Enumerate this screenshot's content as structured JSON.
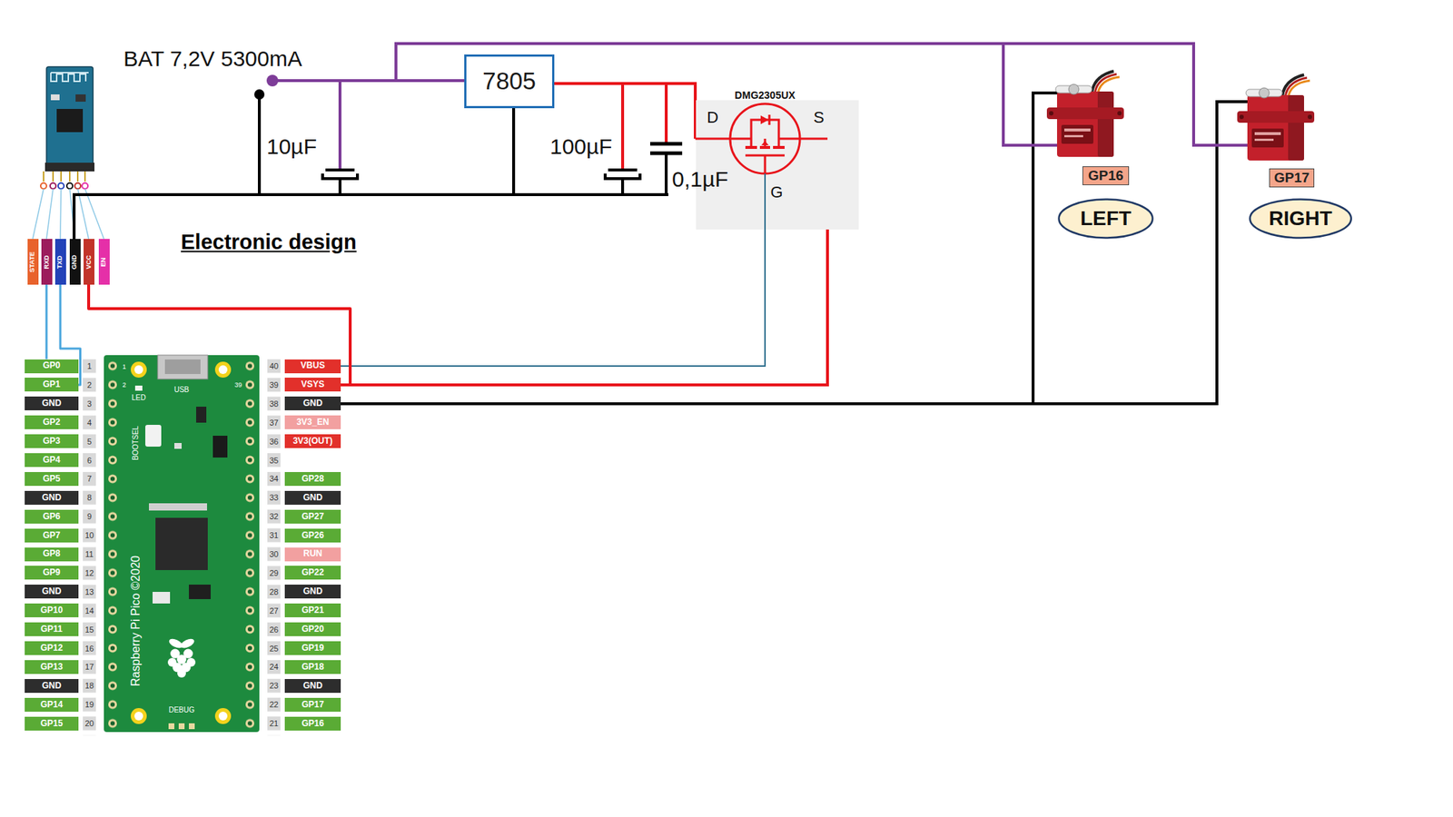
{
  "diagram": {
    "title": "Electronic design",
    "nodes": [
      {
        "text": [
          "7805"
        ]
      },
      {
        "text": [
          "GP16"
        ]
      },
      {
        "text": [
          "GP17"
        ]
      },
      {
        "text": [
          "LEFT"
        ]
      },
      {
        "text": [
          "RIGHT"
        ]
      },
      {
        "text": [
          "STATE"
        ]
      },
      {
        "text": [
          "RXD"
        ]
      },
      {
        "text": [
          "TXD"
        ]
      },
      {
        "text": [
          "GND"
        ]
      },
      {
        "text": [
          "VCC"
        ]
      },
      {
        "text": [
          "EN"
        ]
      },
      {
        "text": [
          "GP0"
        ]
      },
      {
        "text": [
          "VBUS"
        ]
      },
      {
        "text": [
          "GP1"
        ]
      },
      {
        "text": [
          "VSYS"
        ]
      },
      {
        "text": [
          "GND"
        ]
      },
      {
        "text": [
          "GND"
        ]
      },
      {
        "text": [
          "GP2"
        ]
      },
      {
        "text": [
          "3V3_EN"
        ]
      },
      {
        "text": [
          "GP3"
        ]
      },
      {
        "text": [
          "3V3(OUT)"
        ]
      },
      {
        "text": [
          "GP4"
        ]
      },
      {
        "text": [
          "GP5"
        ]
      },
      {
        "text": [
          "GP28"
        ]
      },
      {
        "text": [
          "GND"
        ]
      },
      {
        "text": [
          "GND"
        ]
      },
      {
        "text": [
          "GP6"
        ]
      },
      {
        "text": [
          "GP27"
        ]
      },
      {
        "text": [
          "GP7"
        ]
      },
      {
        "text": [
          "GP26"
        ]
      },
      {
        "text": [
          "GP8"
        ]
      },
      {
        "text": [
          "RUN"
        ]
      },
      {
        "text": [
          "GP9"
        ]
      },
      {
        "text": [
          "GP22"
        ]
      },
      {
        "text": [
          "GND"
        ]
      },
      {
        "text": [
          "GND"
        ]
      },
      {
        "text": [
          "GP10"
        ]
      },
      {
        "text": [
          "GP21"
        ]
      },
      {
        "text": [
          "GP11"
        ]
      },
      {
        "text": [
          "GP20"
        ]
      },
      {
        "text": [
          "GP12"
        ]
      },
      {
        "text": [
          "GP19"
        ]
      },
      {
        "text": [
          "GP13"
        ]
      },
      {
        "text": [
          "GP18"
        ]
      },
      {
        "text": [
          "GND"
        ]
      },
      {
        "text": [
          "GND"
        ]
      },
      {
        "text": [
          "GP14"
        ]
      },
      {
        "text": [
          "GP17"
        ]
      },
      {
        "text": [
          "GP15"
        ]
      },
      {
        "text": [
          "GP16"
        ]
      }
    ],
    "edges": [
      {
        "from": 6,
        "to": 11,
        "arrow": "none"
      },
      {
        "from": 7,
        "to": 13,
        "arrow": "none"
      },
      {
        "from": 9,
        "to": 14,
        "arrow": "none"
      }
    ],
    "labels": [
      "BAT 7,2V 5300mA",
      "10µF",
      "100µF",
      "0,1µF",
      "DMG2305UX",
      "D",
      "S",
      "G",
      "LED",
      "USB",
      "BOOTSEL",
      "1",
      "2",
      "39",
      "Raspberry Pi Pico ©2020",
      "DEBUG",
      "1",
      "2",
      "3",
      "4",
      "5",
      "6",
      "7",
      "8",
      "9",
      "10",
      "11",
      "12",
      "13",
      "14",
      "15",
      "16",
      "17",
      "18",
      "19",
      "20",
      "40",
      "39",
      "38",
      "37",
      "36",
      "35",
      "34",
      "33",
      "32",
      "31",
      "30",
      "29",
      "28",
      "27",
      "26",
      "25",
      "24",
      "23",
      "22",
      "21"
    ]
  }
}
